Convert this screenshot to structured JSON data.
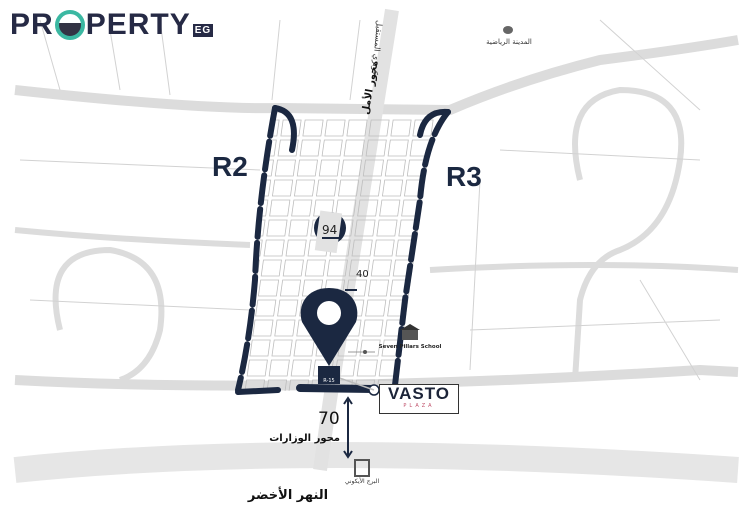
{
  "logo": {
    "text_before": "PR",
    "text_after": "PERTY",
    "suffix": "EG"
  },
  "labels": {
    "zone_left": "R2",
    "zone_right": "R3",
    "road_bridge": "كوبري المستقبل",
    "road_amal": "محور الأمل",
    "sports_city": "المدينة الرياضية",
    "width_94": "94",
    "width_40": "40",
    "width_70": "70",
    "school": "Seven Pillars School",
    "pin_label": "R-15",
    "road_ministries": "محور الوزارات",
    "iconic_tower": "البرج الأيكوني",
    "green_river": "النهر الأخضر"
  },
  "vasto": {
    "name": "VASTO",
    "sub": "PLAZA"
  },
  "colors": {
    "district": "#1b2841",
    "road": "#e4e4e4",
    "line": "#c9c9c9",
    "accent": "#3bb8a2",
    "plaza": "#c0506a"
  }
}
